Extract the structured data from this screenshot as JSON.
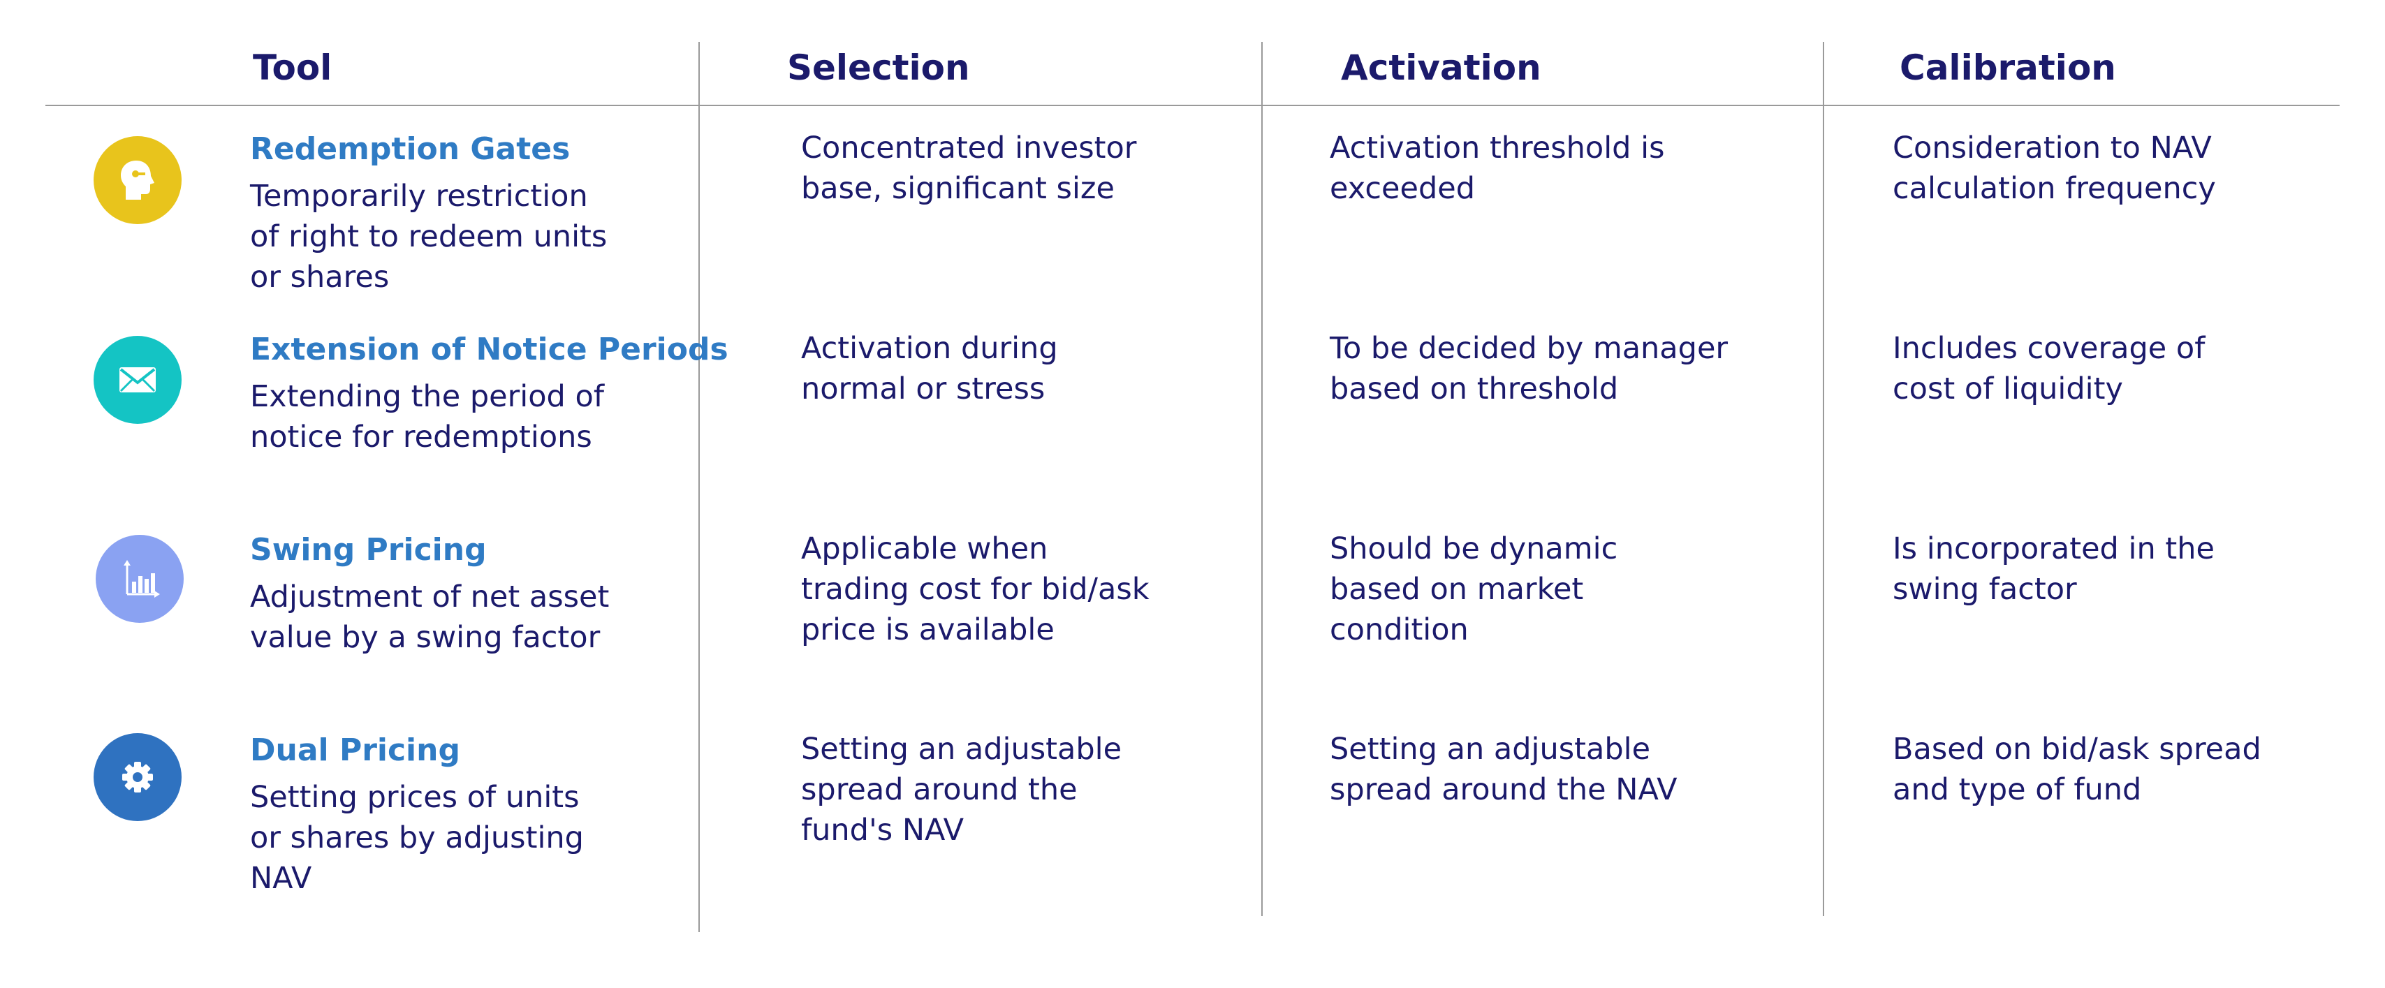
{
  "header": {
    "tool": "Tool",
    "selection": "Selection",
    "activation": "Activation",
    "calibration": "Calibration"
  },
  "colors": {
    "navy_text": "#1b1a6b",
    "title_blue": "#2f7bc4",
    "rule_gray": "#9a9a9a",
    "icon_gates": "#e8c41c",
    "icon_notice": "#14c4c4",
    "icon_swing": "#8aa2f2",
    "icon_dual": "#2f72c0"
  },
  "rows": [
    {
      "icon": "head-icon",
      "title": "Redemption Gates",
      "description": "Temporarily restriction\nof right to redeem units\nor shares",
      "selection": "Concentrated investor\nbase, significant size",
      "activation": "Activation threshold is\nexceeded",
      "calibration": "Consideration to NAV\ncalculation frequency"
    },
    {
      "icon": "envelope-icon",
      "title": "Extension of Notice Periods",
      "description": "Extending the period of\nnotice for redemptions",
      "selection": "Activation during\nnormal or stress",
      "activation": "To be decided by manager\nbased on threshold",
      "calibration": "Includes coverage of\ncost of liquidity"
    },
    {
      "icon": "bar-chart-icon",
      "title": "Swing Pricing",
      "description": "Adjustment of net asset\nvalue by a swing factor",
      "selection": "Applicable when\ntrading cost for bid/ask\nprice is available",
      "activation": "Should be dynamic\nbased on market\ncondition",
      "calibration": "Is incorporated in the\nswing factor"
    },
    {
      "icon": "gear-icon",
      "title": "Dual Pricing",
      "description": "Setting prices of units\nor shares by adjusting\nNAV",
      "selection": "Setting an adjustable\nspread around the\nfund's NAV",
      "activation": "Setting an adjustable\nspread around the NAV",
      "calibration": "Based on bid/ask spread\nand type of fund"
    }
  ]
}
